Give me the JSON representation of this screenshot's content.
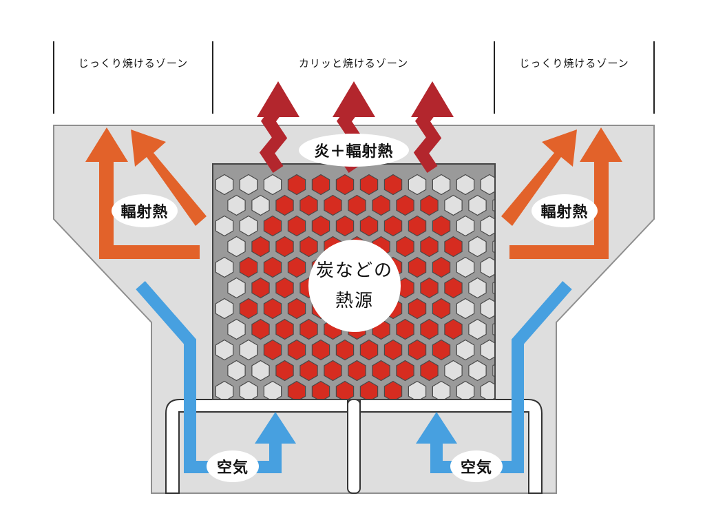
{
  "zones": {
    "left": "じっくり焼けるゾーン",
    "center": "カリッと焼けるゾーン",
    "right": "じっくり焼けるゾーン"
  },
  "labels": {
    "flame": "炎＋輻射熱",
    "radiant_left": "輻射熱",
    "radiant_right": "輻射熱",
    "heat_source_line1": "炭などの",
    "heat_source_line2": "熱源",
    "air_left": "空気",
    "air_right": "空気"
  },
  "colors": {
    "body": "#dedede",
    "body_stroke": "#8e8e8e",
    "grate": "#9a9a9a",
    "coal": "#d62c20",
    "hex_cold": "#e0e0e0",
    "radiant_arrow": "#e2622a",
    "flame_arrow": "#b3262d",
    "air_arrow": "#47a0e0"
  },
  "icons": {
    "radiant": "orange-arrow-icon",
    "flame": "red-zigzag-arrow-icon",
    "air": "blue-arrow-icon"
  }
}
